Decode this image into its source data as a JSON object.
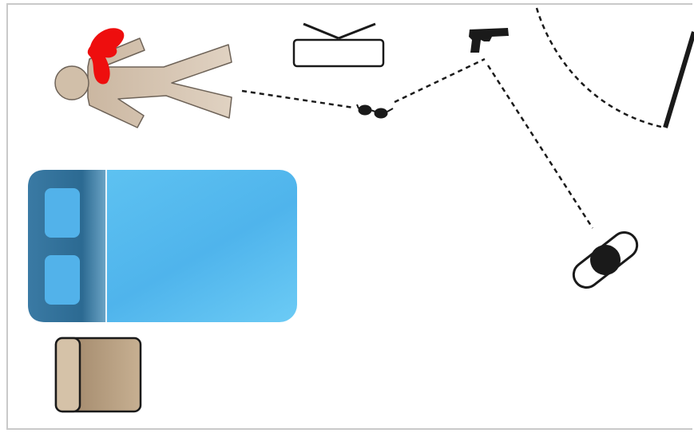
{
  "scene": {
    "background": "#ffffff",
    "frame_color": "#c9c9c9",
    "colors": {
      "body_skin": "#d5c4b1",
      "body_outline": "#6e6358",
      "blood": "#ee0e0e",
      "bed_frame": "#3d7aa3",
      "bed_mattress": "#58bdf0",
      "pillow": "#52b2ea",
      "armchair": "#c2a888",
      "outline": "#1a1a1a",
      "trail": "#1a1a1a",
      "door": "#1a1a1a"
    },
    "objects": [
      {
        "id": "victim-body",
        "icon": "body-outline-icon"
      },
      {
        "id": "blood-stain",
        "icon": "blood-icon"
      },
      {
        "id": "television",
        "icon": "tv-icon"
      },
      {
        "id": "handgun",
        "icon": "gun-icon"
      },
      {
        "id": "sunglasses",
        "icon": "sunglasses-icon"
      },
      {
        "id": "bed",
        "icon": "bed-icon"
      },
      {
        "id": "armchair",
        "icon": "armchair-icon"
      },
      {
        "id": "rug-or-skateboard",
        "icon": "oval-rug-icon"
      },
      {
        "id": "door",
        "icon": "door-icon"
      }
    ],
    "paths": [
      {
        "id": "trail-body-to-glasses",
        "style": "dashed"
      },
      {
        "id": "trail-glasses-to-gun",
        "style": "dashed"
      },
      {
        "id": "trail-gun-to-rug",
        "style": "dashed"
      },
      {
        "id": "door-swing-arc",
        "style": "dashed"
      }
    ]
  }
}
